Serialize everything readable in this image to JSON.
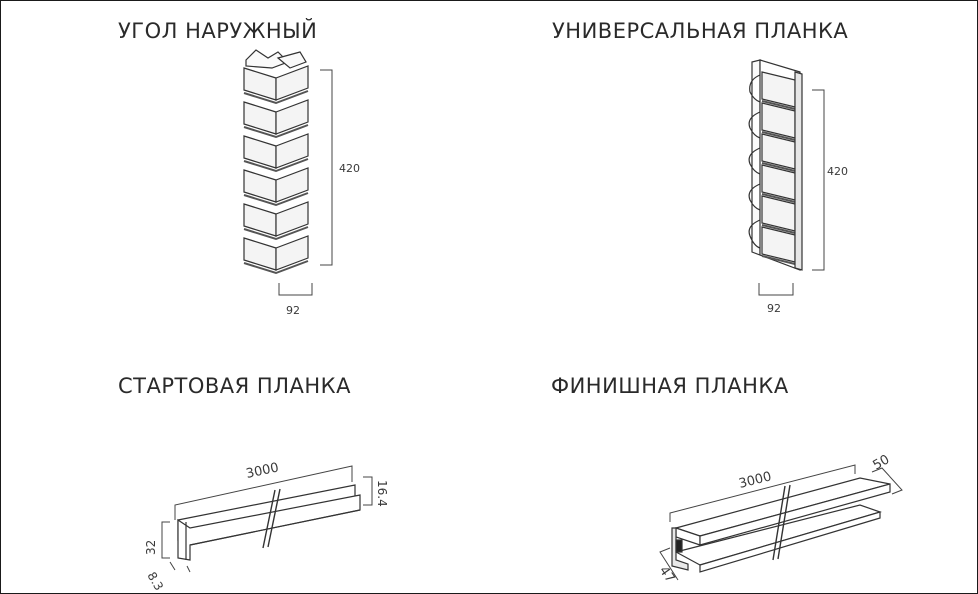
{
  "titles": {
    "outer_corner": "УГОЛ НАРУЖНЫЙ",
    "universal_strip": "УНИВЕРСАЛЬНАЯ ПЛАНКА",
    "starter_strip": "СТАРТОВАЯ ПЛАНКА",
    "finish_strip": "ФИНИШНАЯ ПЛАНКА"
  },
  "dimensions": {
    "outer_corner": {
      "height": "420",
      "width": "92"
    },
    "universal_strip": {
      "height": "420",
      "width": "92"
    },
    "starter_strip": {
      "length": "3000",
      "height": "32",
      "lip": "16.4",
      "depth": "8.3"
    },
    "finish_strip": {
      "length": "3000",
      "width": "50",
      "depth": "47"
    }
  }
}
